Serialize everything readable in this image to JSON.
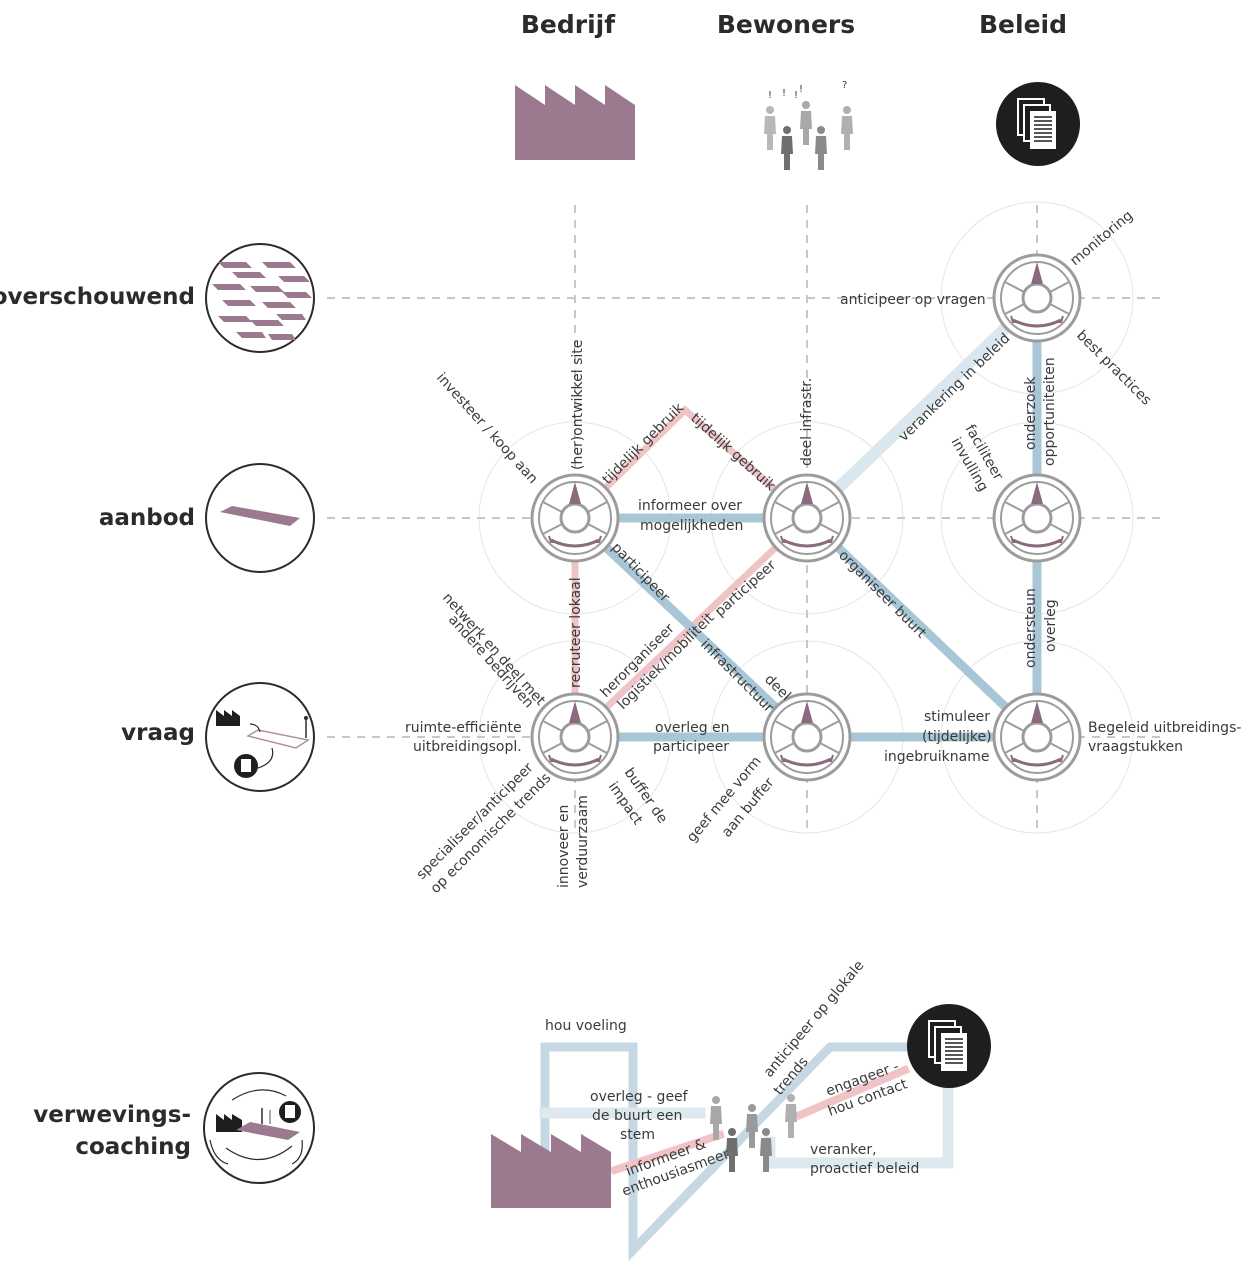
{
  "columns": {
    "bedrijf": "Bedrijf",
    "bewoners": "Bewoners",
    "beleid": "Beleid"
  },
  "rows": {
    "overschouwend": "overschouwend",
    "aanbod": "aanbod",
    "vraag": "vraag",
    "coaching_line1": "verwevings-",
    "coaching_line2": "coaching"
  },
  "people_marks": [
    "!",
    "!",
    "!",
    "!",
    "?"
  ],
  "labels": {
    "anticipeer_op_vragen": "anticipeer op vragen",
    "monitoring": "monitoring",
    "best_practices": "best practices",
    "verankering_in_beleid": "verankering in beleid",
    "onderzoek": "onderzoek",
    "opportuniteiten": "opportuniteiten",
    "faciliteer": "faciliteer",
    "invulling": "invulling",
    "investeer_koop_aan": "investeer / koop aan",
    "her_ontwikkel_site": "(her)ontwikkel site",
    "tijdelijk_gebruik_1": "tijdelijk gebruik",
    "tijdelijk_gebruik_2": "tijdelijk gebruik",
    "deel_infrastr": "deel infrastr.",
    "informeer_over": "informeer over",
    "mogelijkheden": "mogelijkheden",
    "participeer_1": "participeer",
    "participeer_2": "participeer",
    "organiseer_buurt": "organiseer buurt",
    "ondersteun": "ondersteun",
    "overleg_v": "overleg",
    "recruteer_lokaal": "recruteer lokaal",
    "netwerk_1": "netwerk en deel met",
    "netwerk_2": "andere bedrijven",
    "herorganiseer": "herorganiseer",
    "logistiek_mobiliteit": "logistiek/mobiliteit",
    "infrastructuur": "infrastructuur",
    "deel": "deel",
    "ruimte_1": "ruimte-efficiënte",
    "ruimte_2": "uitbreidingsopl.",
    "overleg_en": "overleg en",
    "participeer_3": "participeer",
    "stimuleer": "stimuleer",
    "tijdelijke": "(tijdelijke)",
    "ingebruikname": "ingebruikname",
    "begeleid_1": "Begeleid uitbreidings-",
    "begeleid_2": "vraagstukken",
    "specialiseer_1": "specialiseer/anticipeer",
    "specialiseer_2": "op economische trends",
    "innoveer_1": "innoveer en",
    "innoveer_2": "verduurzaam",
    "buffer_1": "buffer de",
    "buffer_2": "impact",
    "geef_1": "geef mee vorm",
    "geef_2": "aan buffer"
  },
  "coaching": {
    "hou_voeling": "hou voeling",
    "overleg_1": "overleg - geef",
    "overleg_2": "de buurt een",
    "overleg_3": "stem",
    "informeer_1": "informeer &",
    "informeer_2": "enthousiasmeer",
    "anticipeer_1": "anticipeer op glokale",
    "anticipeer_2": "trends",
    "engageer_1": "engageer -",
    "engageer_2": "hou contact",
    "veranker_1": "veranker,",
    "veranker_2": "proactief beleid"
  },
  "colors": {
    "purple": "#9b7a8f",
    "blue": "#a9c6d6",
    "pink": "#f0c4c6",
    "grey_line": "#c8c8c8",
    "dark": "#1e1e1e",
    "compass": "#9c9c9c"
  }
}
